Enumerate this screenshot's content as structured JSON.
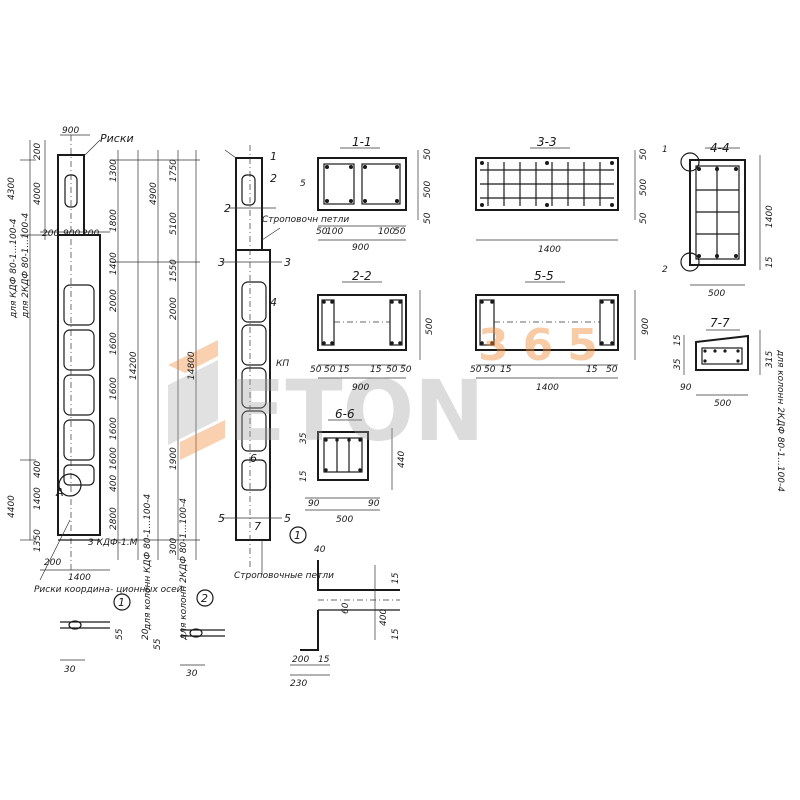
{
  "sections": {
    "s11": "1-1",
    "s22": "2-2",
    "s33": "3-3",
    "s44": "4-4",
    "s55": "5-5",
    "s66": "6-6",
    "s77": "7-7"
  },
  "labels": {
    "riski": "Риски",
    "stropovochnye_petli_top": "Строповочн петли",
    "stropovochnye_petli_bottom": "Строповочные петли",
    "riski_koordinatsionnyh_osey": "Риски координа- ционных осей",
    "kp": "КП",
    "for_kdp": "для КДФ 80-1...100-4",
    "for_kdf": "для 2КДФ 80-1...100-4",
    "for_column_kdf_left": "для колонн КДФ 80-1...100-4",
    "for_column_2kdf_left": "для колонн 2КДФ 80-1...100-4",
    "for_column_right": "для колонн 2КДФ 80-1...100-4",
    "note_section3": "3 КДФ-1.М"
  },
  "dimensions": {
    "d900a": "900",
    "d200a": "200",
    "d4300": "4300",
    "d4000": "4000",
    "d200b": "200",
    "d900b": "900",
    "d200c": "200",
    "d1300": "1300",
    "d1800": "1800",
    "d1400": "1400",
    "d2000": "2000",
    "d1600a": "1600",
    "d1600b": "1600",
    "d1600c": "1600",
    "d1600d": "1600",
    "d400a": "400",
    "d2800": "2800",
    "d4400": "4400",
    "d400b": "400",
    "d1350": "1350",
    "d14200": "14200",
    "d14800": "14800",
    "d1750": "1750",
    "d4900": "4900",
    "d5100": "5100",
    "d1550": "1550",
    "d2000b": "2000",
    "d1900": "1900",
    "d1400b": "1400",
    "d300": "300",
    "d1400c": "1400",
    "d200d": "200",
    "s11_900": "900",
    "s11_50a": "50",
    "s11_100a": "100",
    "s11_100b": "100",
    "s11_50b": "50",
    "s11_500": "500",
    "s11_50c": "50",
    "s11_50d": "50",
    "s11_5": "5",
    "s33_1400": "1400",
    "s33_50a": "50",
    "s33_500": "500",
    "s33_50b": "50",
    "s44_500": "500",
    "s44_1400": "1400",
    "s44_15": "15",
    "s44_1": "1",
    "s44_2": "2",
    "s22_900": "900",
    "s22_50a": "50",
    "s22_50b": "50",
    "s22_15a": "15",
    "s22_15b": "15",
    "s22_500": "500",
    "s22_50c": "50",
    "s22_50d": "50",
    "s55_1400": "1400",
    "s55_50a": "50",
    "s55_50b": "50",
    "s55_15a": "15",
    "s55_15b": "15",
    "s55_900": "900",
    "s55_50c": "50",
    "s66_500": "500",
    "s66_90a": "90",
    "s66_90b": "90",
    "s66_440": "440",
    "s66_15": "15",
    "s66_35": "35",
    "s77_500": "500",
    "s77_90": "90",
    "s77_315": "315",
    "s77_15": "15",
    "s77_35": "35",
    "n1_30": "30",
    "n1_55": "55",
    "n2_20": "20",
    "n2_55": "55",
    "n2_30": "30",
    "det_40": "40",
    "det_15a": "15",
    "det_400": "400",
    "det_60": "60",
    "det_15b": "15",
    "det_200": "200",
    "det_230": "230",
    "det_15c": "15"
  },
  "marks": {
    "m1": "1",
    "m2": "2",
    "m3": "3",
    "m4": "4",
    "m5": "5",
    "m6": "6",
    "m7": "7",
    "mA": "А",
    "c1": "1",
    "c2": "2"
  },
  "watermark": {
    "brand": "ETON",
    "number": "365"
  },
  "colors": {
    "ink": "#1a1a1a",
    "watermark_gray": "#9a9a9a",
    "watermark_orange": "#f08c3c"
  }
}
